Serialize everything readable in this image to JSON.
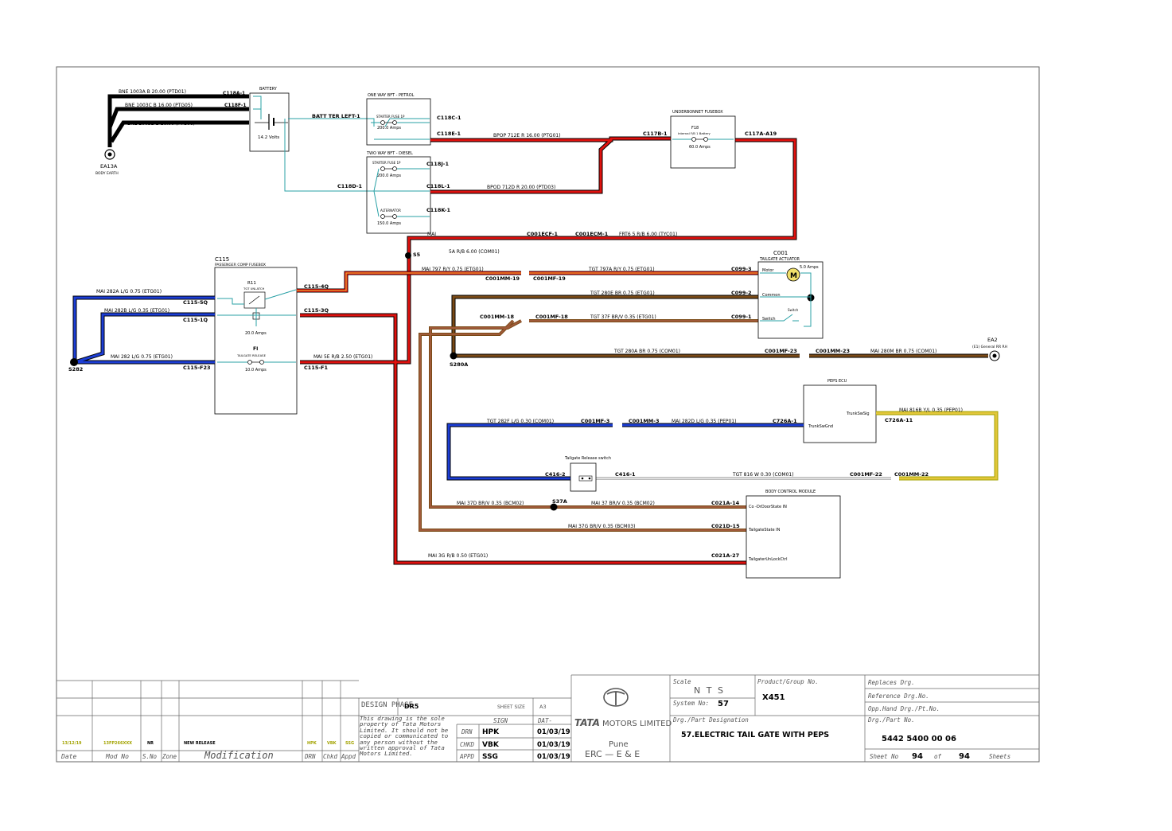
{
  "colors": {
    "black": "#000000",
    "red": "#e0110e",
    "blue": "#1c3ed6",
    "brown": "#7a4a16",
    "teal": "#2aa1a6",
    "yellow": "#e2c63a",
    "lightbrown": "#a05a3a",
    "olive": "#a3a300"
  },
  "battery": {
    "title": "BATTERY",
    "volts": "14.2 Volts",
    "connector": "BATT TER LEFT-1"
  },
  "earth": {
    "id": "EA13A",
    "label": "BODY EARTH"
  },
  "ground_wires": [
    {
      "label": "BNE  1003A   B   20.00   (PTD01)",
      "conn": "C118A-1"
    },
    {
      "label": "BNE  1003C   B   16.00   (PTG05)",
      "conn": "C118F-1"
    },
    {
      "label": "BNE  1003B   B   16.00   (PTG06)",
      "conn": "C118B-1"
    }
  ],
  "bft_petrol": {
    "title": "ONE WAY BFT - PETROL",
    "fuse_name": "STARTER FUSE 1P",
    "fuse_amps": "200.0 Amps",
    "c1": "C118C-1",
    "c2": "C118E-1"
  },
  "bft_diesel": {
    "title": "TWO WAY BFT - DIESEL",
    "fuse1_name": "STARTER FUSE 1P",
    "fuse1_amps": "200.0 Amps",
    "fuse2_name": "ALTERNATOR",
    "fuse2_amps": "150.0 Amps",
    "c_in": "C118D-1",
    "c1": "C118J-1",
    "c2": "C118L-1",
    "c3": "C118K-1"
  },
  "underbonnet": {
    "title": "UNDERBONNET FUSEBOX",
    "fuse_id": "F18",
    "fuse_name": "Internal F/B 1 Battery",
    "fuse_amps": "60.0 Amps",
    "c_in": "C117B-1",
    "c_out": "C117A-A19"
  },
  "wires": {
    "bpop": "BPOP   712E   R   16.00   (PTG01)",
    "bpod": "BPOD   712D   R   20.00   (PTD03)",
    "mai_top": "MAI",
    "frt": "FRT6      5   R/B   6.00   (TYC01)",
    "s5_label": "5A   R/B   6.00   (COM01)",
    "mai797": "MAI   797   R/Y   0.75   (ETG01)",
    "tgt797a": "TGT   797A   R/Y   0.75   (ETG01)",
    "tgt280e": "TGT   280E   BR   0.75   (ETG01)",
    "tgt37f": "TGT   37F   BR/V   0.35   (ETG01)",
    "tgt280a": "TGT   280A   BR   0.75   (COM01)",
    "mai280m": "MAI   280M   BR   0.75   (COM01)",
    "mai282a": "MAI   282A   L/G   0.75   (ETG01)",
    "mai282b": "MAI   282B   L/G   0.35   (ETG01)",
    "mai282": "MAI   282   L/G   0.75   (ETG01)",
    "mai5e": "MAI   5E   R/B   2.50   (ETG01)",
    "tgt282f": "TGT   282F   L/G   0.30   (COM01)",
    "mai282d": "MAI   282D   L/G   0.35   (PEP01)",
    "mai816b": "MAI   816B   Y/L   0.35   (PEP01)",
    "tgt816": "TGT   816   W   0.30   (COM01)",
    "mai37d": "MAI   37D   BR/V   0.35   (BCM02)",
    "mai37": "MAI   37   BR/V   0.35   (BCM02)",
    "mai37g": "MAI   37G   BR/V   0.35   (BCM03)",
    "mai3g": "MAI      3G   R/B   0.50   (ETG01)"
  },
  "connectors": {
    "c001ecf": "C001ECF-1",
    "c001ecm": "C001ECM-1",
    "c001mm19": "C001MM-19",
    "c001mf19": "C001MF-19",
    "c001mm18": "C001MM-18",
    "c001mf18": "C001MF-18",
    "c001mf23": "C001MF-23",
    "c001mm23": "C001MM-23",
    "c099_3": "C099-3",
    "c099_2": "C099-2",
    "c099_1": "C099-1",
    "c115_4q": "C115-4Q",
    "c115_3q": "C115-3Q",
    "c115_f1": "C115-F1",
    "c115_5q": "C115-5Q",
    "c115_1q": "C115-1Q",
    "c115_f23": "C115-F23",
    "c001mf3": "C001MF-3",
    "c001mm3": "C001MM-3",
    "c726a1": "C726A-1",
    "c726a11": "C726A-11",
    "c416_2": "C416-2",
    "c416_1": "C416-1",
    "c001mf22": "C001MF-22",
    "c001mm22": "C001MM-22",
    "c021a14": "C021A-14",
    "c021d15": "C021D-15",
    "c021a27": "C021A-27"
  },
  "splices": {
    "s5": "S5",
    "s282": "S282",
    "s280a": "S280A",
    "s37a": "S37A"
  },
  "c115": {
    "id": "C115",
    "title": "PASSENGER COMP FUSEBOX",
    "relay_id": "R11",
    "relay_name": "TGT UNLATCH",
    "fuse_amps": "20.0 Amps",
    "f_id": "FI",
    "f_name": "TAILGATE RELEASE",
    "f_amps": "10.0 Amps"
  },
  "c001": {
    "id": "C001",
    "title": "TAILGATE ACTUATOR",
    "motor": "Motor",
    "amps": "5.0 Amps",
    "common": "Common",
    "switch": "Switch",
    "switch_small": "Switch"
  },
  "ea2": {
    "id": "EA2",
    "label": "(E1) General RR RH"
  },
  "peps": {
    "title": "PEPS ECU",
    "pin1": "TrunkSwSig",
    "pin2": "TrunkSwGnd"
  },
  "tailgate_switch": {
    "title": "Tailgate Release switch"
  },
  "bcm": {
    "title": "BODY CONTROL MODULE",
    "pin1": "Co -DrDoorState IN",
    "pin2": "TailgateState IN",
    "pin3": "TailgaterUnLockCtrl"
  },
  "title_block": {
    "rev_date": "13/12/19",
    "rev_mod": "13FP266XXX",
    "rev_sno": "NR",
    "rev_desc": "NEW RELEASE",
    "rev_drn": "HPK",
    "rev_chkd": "VBK",
    "rev_appd": "SSG",
    "h_date": "Date",
    "h_mod": "Mod No",
    "h_sno": "S.No",
    "h_zone": "Zone",
    "h_modif": "Modification",
    "h_drn": "DRN",
    "h_chkd": "Chkd",
    "h_appd": "Appd",
    "design_phase": "DESIGN PHASE",
    "phase": "DR5",
    "sheet_size_label": "SHEET SIZE",
    "sheet_size": "A3",
    "notice": "This drawing is the sole property of Tata Motors Limited. It should not be copied or communicated to any person without the written approval of Tata Motors Limited.",
    "sign": "SIGN",
    "date": "DAT-",
    "drn": "DRN",
    "drn_sign": "HPK",
    "drn_date": "01/03/19",
    "chkd": "CHKD",
    "chkd_sign": "VBK",
    "chkd_date": "01/03/19",
    "appd": "APPD",
    "appd_sign": "SSG",
    "appd_date": "01/03/19",
    "brand": "TATA",
    "company": "MOTORS LIMITED",
    "city": "Pune",
    "dept": "ERC  —  E  &  E",
    "scale_label": "Scale",
    "scale": "N T S",
    "product_label": "Product/Group No.",
    "product": "X451",
    "system_label": "System No:",
    "system": "57",
    "designation_label": "Drg./Part Designation",
    "designation": "57.ELECTRIC TAIL GATE WITH PEPS",
    "replaces": "Replaces Drg.",
    "reference": "Reference Drg.No.",
    "opp": "Opp.Hand Drg./Pt.No.",
    "part_label": "Drg./Part No.",
    "part": "5442 5400 00 06",
    "sheet_no": "Sheet No",
    "sheet": "94",
    "of": "of",
    "sheets_total": "94",
    "sheets": "Sheets"
  }
}
